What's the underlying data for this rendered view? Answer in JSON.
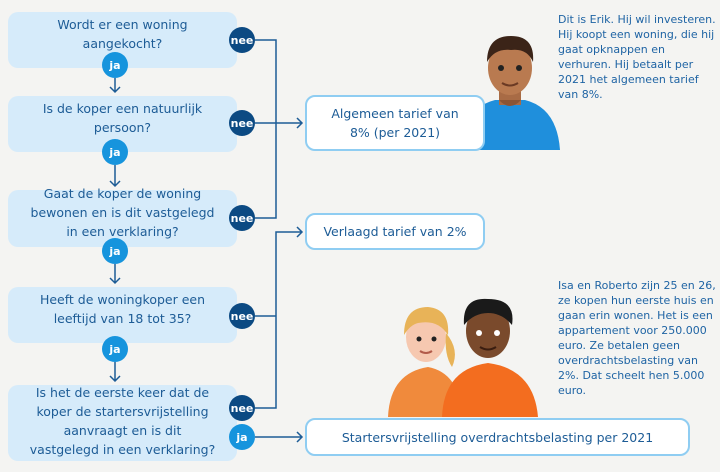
{
  "questions": [
    "Wordt er een woning aangekocht?",
    "Is de koper een natuurlijk persoon?",
    "Gaat de koper de woning bewonen en is dit vastgelegd in een verklaring?",
    "Heeft de woningkoper een leeftijd van 18 tot 35?",
    "Is het de eerste keer dat de koper de startersvrijstelling aanvraagt en is dit vastgelegd in een verklaring?"
  ],
  "labels": {
    "no": "nee",
    "yes": "ja"
  },
  "results": [
    "Algemeen tarief van 8% (per 2021)",
    "Verlaagd tarief van 2%",
    "Startersvrijstelling overdrachtsbelasting per 2021"
  ],
  "notes": {
    "erik": "Dit is Erik. Hij wil investeren. Hij koopt een woning, die hij gaat opknappen en verhuren. Hij betaalt per 2021 het algemeen tarief van 8%.",
    "isa_roberto": "Isa en Roberto zijn 25 en 26, ze kopen hun eerste huis en gaan erin wonen. Het is een appartement voor 250.000 euro. Ze betalen geen overdrachtsbelasting van 2%. Dat scheelt hen 5.000 euro."
  },
  "colors": {
    "no": "#0c4a83",
    "yes": "#1694dd",
    "question_bg": "#d6ebfa",
    "result_border": "#8fcdf2"
  }
}
